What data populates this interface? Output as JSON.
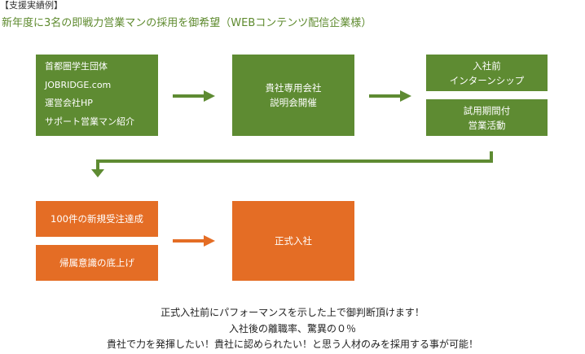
{
  "header": {
    "tag": "【支援実績例】",
    "headline": "新年度に3名の即戦力営業マンの採用を御希望（WEBコンテンツ配信企業様）"
  },
  "flow": {
    "sources": [
      "首都圏学生団体",
      "JOBRIDGE.com",
      "運営会社HP",
      "サポート営業マン紹介"
    ],
    "briefing": [
      "貴社専用会社",
      "説明会開催"
    ],
    "internship": [
      "入社前",
      "インターンシップ"
    ],
    "trial": [
      "試用期間付",
      "営業活動"
    ],
    "result_orders": "100件の新規受注達成",
    "result_morale": "帰属意識の底上げ",
    "hired": "正式入社"
  },
  "footer": {
    "lines": [
      "正式入社前にパフォーマンスを示した上で御判断頂けます！",
      "入社後の離職率、驚異の０％",
      "貴社で力を発揮したい！貴社に認められたい！と思う人材のみを採用する事が可能！"
    ]
  },
  "colors": {
    "green": "#5e8b32",
    "orange": "#e46d25"
  }
}
